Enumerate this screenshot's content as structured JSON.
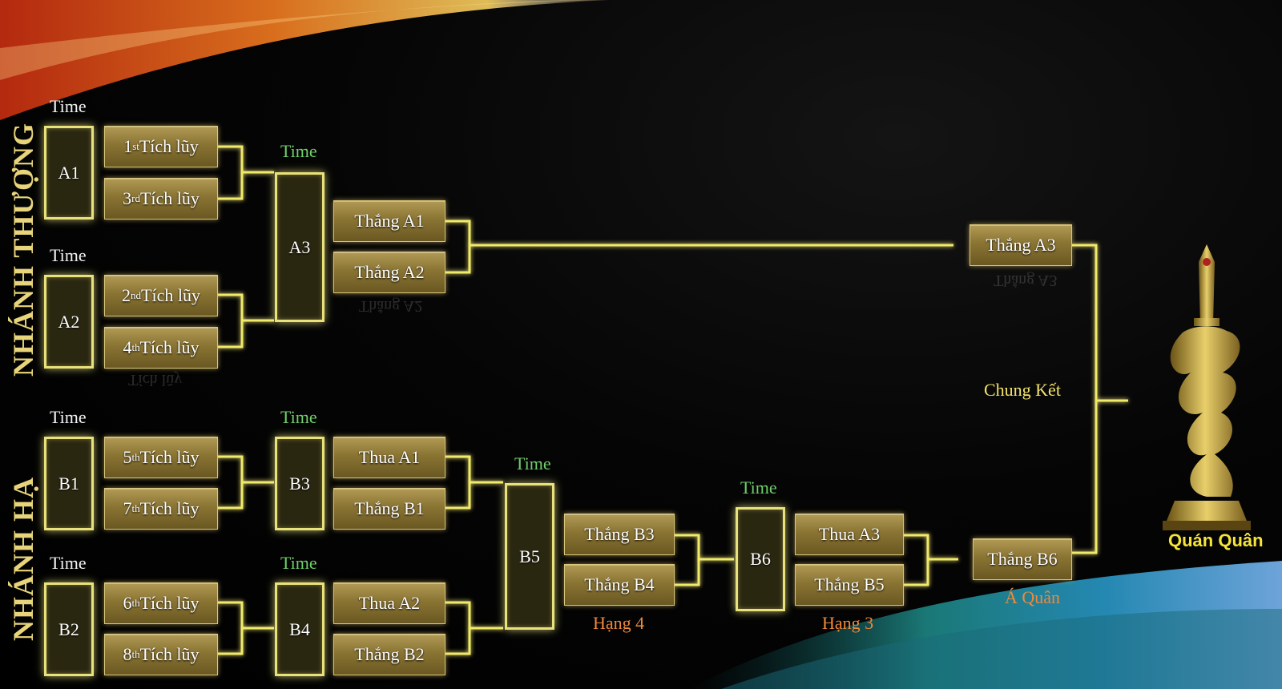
{
  "side_labels": {
    "upper": "NHÁNH THƯỢNG",
    "lower": "NHÁNH HẠ"
  },
  "time_label": "Time",
  "left_boxes": {
    "a1": "A1",
    "a2": "A2",
    "b1": "B1",
    "b2": "B2"
  },
  "mid_boxes": {
    "a3": "A3",
    "b3": "B3",
    "b4": "B4",
    "b5": "B5",
    "b6": "B6"
  },
  "seeds": [
    {
      "num": "1",
      "sup": "st",
      "text": " Tích lũy"
    },
    {
      "num": "3",
      "sup": "rd",
      "text": " Tích lũy"
    },
    {
      "num": "2",
      "sup": "nd",
      "text": " Tích lũy"
    },
    {
      "num": "4",
      "sup": "th",
      "text": " Tích lũy"
    },
    {
      "num": "5",
      "sup": "th",
      "text": " Tích lũy"
    },
    {
      "num": "7",
      "sup": "th",
      "text": " Tích lũy"
    },
    {
      "num": "6",
      "sup": "th",
      "text": " Tích lũy"
    },
    {
      "num": "8",
      "sup": "th",
      "text": " Tích lũy"
    }
  ],
  "tags": {
    "thang_a1": "Thắng A1",
    "thang_a2": "Thắng A2",
    "thua_a1": "Thua A1",
    "thang_b1": "Thắng B1",
    "thua_a2": "Thua A2",
    "thang_b2": "Thắng B2",
    "thang_b3": "Thắng B3",
    "thang_b4": "Thắng B4",
    "thua_a3": "Thua A3",
    "thang_b5": "Thắng B5",
    "thang_a3": "Thắng A3",
    "thang_b6": "Thắng B6"
  },
  "ranks": {
    "hang4": "Hạng 4",
    "hang3": "Hạng 3",
    "a_quan": "Á Quân"
  },
  "final_label": "Chung Kết",
  "champion_label": "Quán Quân",
  "colors": {
    "line": "#f0ea6a",
    "box_border": "#e9e27a",
    "green": "#6fd06a",
    "orange": "#f0893a",
    "gold": "#f6e43a"
  }
}
